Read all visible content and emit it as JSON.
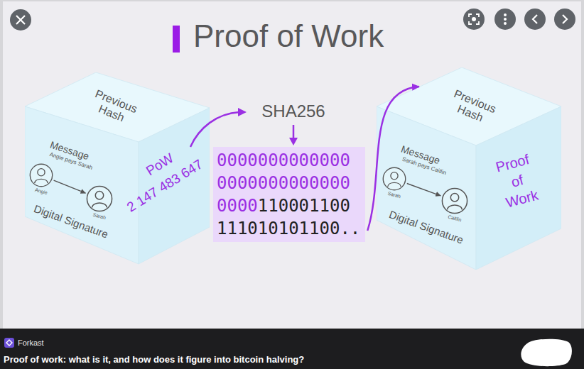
{
  "diagram": {
    "title": "Proof of Work",
    "caption": "Proof of work: what is it, and how does it figure into bitcoin halving?",
    "nodes": [
      {
        "text": [
          "Previous Hash",
          "Message",
          "Angie pays Sarah",
          "Digital Signature",
          "PoW",
          "2 147 483 647"
        ]
      },
      {
        "text": [
          "Angie"
        ],
        "in": 0
      },
      {
        "text": [
          "Sarah"
        ],
        "in": 0
      },
      {
        "text": [
          "0000000000000 0000000000000 0000",
          "110001100 111010101100.."
        ]
      },
      {
        "text": [
          "Previous Hash",
          "Message",
          "Sarah pays Caitlin",
          "Digital Signature",
          "Proof of Work"
        ]
      },
      {
        "text": [
          "Sarah"
        ],
        "in": 4
      },
      {
        "text": [
          "Caitlin"
        ],
        "in": 4
      }
    ],
    "edges": [
      {
        "from": 1,
        "to": 2,
        "arrow": "to"
      },
      {
        "from": 3,
        "to": 4,
        "arrow": "to"
      },
      {
        "from": 5,
        "to": 6,
        "arrow": "to"
      }
    ],
    "labels": [
      "SHA256",
      "Forkast"
    ]
  }
}
